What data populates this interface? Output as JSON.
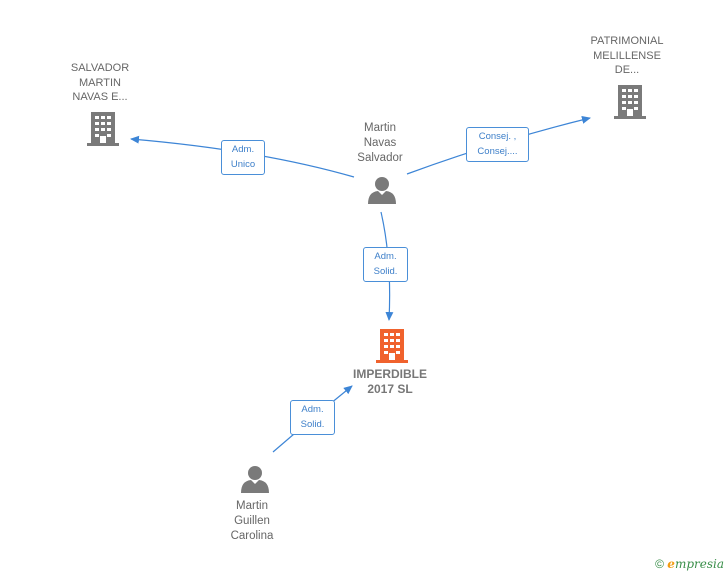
{
  "nodes": {
    "salvador_company": {
      "label": "SALVADOR\nMARTIN\nNAVAS E...",
      "icon": "building-icon",
      "color": "#7a7a7a"
    },
    "patrimonial": {
      "label": "PATRIMONIAL\nMELILLENSE\nDE...",
      "icon": "building-icon",
      "color": "#7a7a7a"
    },
    "martin_navas": {
      "label": "Martin\nNavas\nSalvador",
      "icon": "person-icon",
      "color": "#7a7a7a"
    },
    "imperdible": {
      "label": "IMPERDIBLE\n2017  SL",
      "icon": "building-icon",
      "color": "#f0622d"
    },
    "martin_guillen": {
      "label": "Martin\nGuillen\nCarolina",
      "icon": "person-icon",
      "color": "#7a7a7a"
    }
  },
  "edges": {
    "adm_unico": "Adm.\nUnico",
    "consej": "Consej. ,\nConsej....",
    "adm_solid_1": "Adm.\nSolid.",
    "adm_solid_2": "Adm.\nSolid."
  },
  "colors": {
    "edge": "#3d85d6",
    "label_text": "#666666"
  },
  "footer": {
    "copyright": "©",
    "brand_e": "e",
    "brand_rest": "mpresia"
  }
}
